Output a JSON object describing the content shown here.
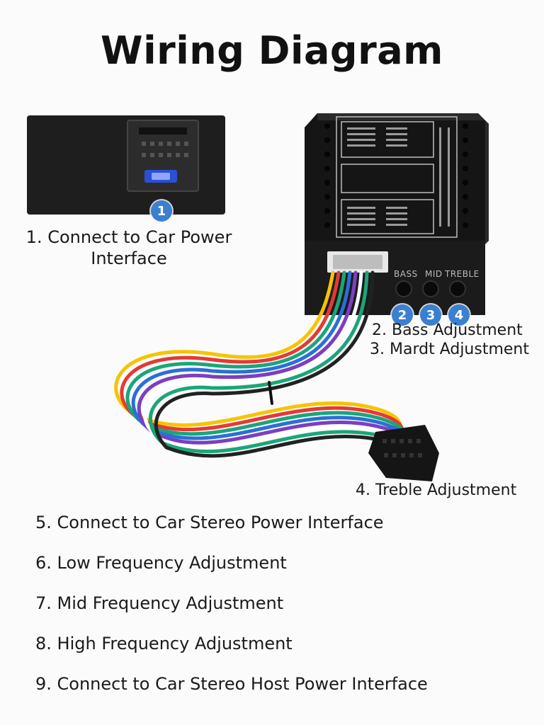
{
  "title": "Wiring Diagram",
  "callouts": {
    "c1_line1": "1. Connect to Car Power",
    "c1_line2": "Interface",
    "c2": "2.  Bass Adjustment",
    "c3": "3. Mardt Adjustment",
    "c4": "4. Treble Adjustment"
  },
  "badges": [
    "1",
    "2",
    "3",
    "4"
  ],
  "knob_labels": [
    "BASS",
    "MID",
    "TREBLE"
  ],
  "list": [
    "5. Connect to Car Stereo Power Interface",
    "6. Low Frequency Adjustment",
    "7. Mid Frequency Adjustment",
    "8. High Frequency Adjustment",
    "9. Connect to Car Stereo Host Power Interface"
  ],
  "colors": {
    "badge": "#3b7fd0",
    "device_body": "#1c1c1c",
    "wires": [
      "#f5c400",
      "#e53935",
      "#1aa57a",
      "#7b3fc0",
      "#2b6fd6",
      "#ffffff",
      "#222222"
    ]
  }
}
